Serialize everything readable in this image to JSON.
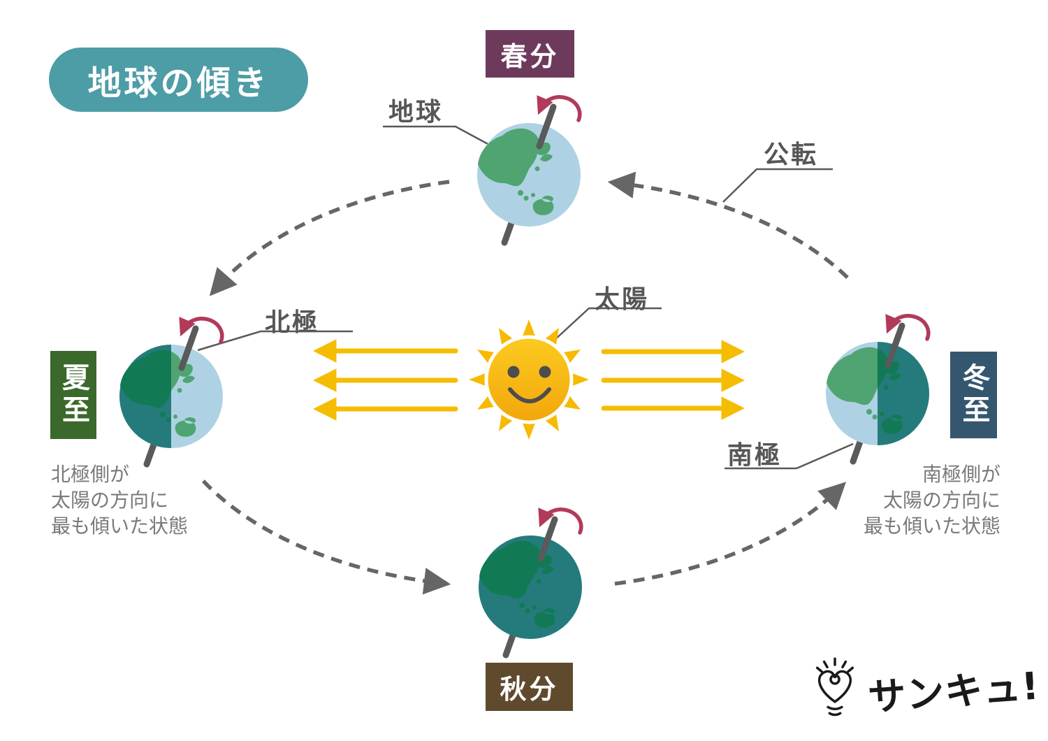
{
  "title": "地球の傾き",
  "seasons": {
    "spring": "春分",
    "summer": "夏至",
    "autumn": "秋分",
    "winter": "冬至"
  },
  "labels": {
    "earth": "地球",
    "sun": "太陽",
    "revolution": "公転",
    "north_pole": "北極",
    "south_pole": "南極"
  },
  "annotations": {
    "summer_note": "北極側が\n太陽の方向に\n最も傾いた状態",
    "winter_note": "南極側が\n太陽の方向に\n最も傾いた状態"
  },
  "logo": {
    "text": "サンキュ!"
  },
  "icons": [
    "sun-face-icon",
    "rotation-arrow-icon",
    "orbit-arrow-icon",
    "sunlight-arrow-icon",
    "earth-globe-icon",
    "heart-lightbulb-logo-icon"
  ],
  "colors": {
    "title_badge": "#4d9da6",
    "spring_badge": "#6e3a5c",
    "summer_badge": "#3a692b",
    "winter_badge": "#35566f",
    "autumn_badge": "#5f4a2e",
    "ocean_day": "#aed2e3",
    "land_day": "#4fa471",
    "ocean_night": "#257b7b",
    "land_night": "#117a55",
    "axis_gray": "#5a5a5a",
    "orbit_gray": "#666666",
    "rotation_red": "#b13a5a",
    "sunlight_yellow": "#f5bd02",
    "sun_core_top": "#fbcb20",
    "sun_core_bottom": "#f3a60c",
    "label_gray": "#565656",
    "note_gray": "#7a7a7a"
  }
}
